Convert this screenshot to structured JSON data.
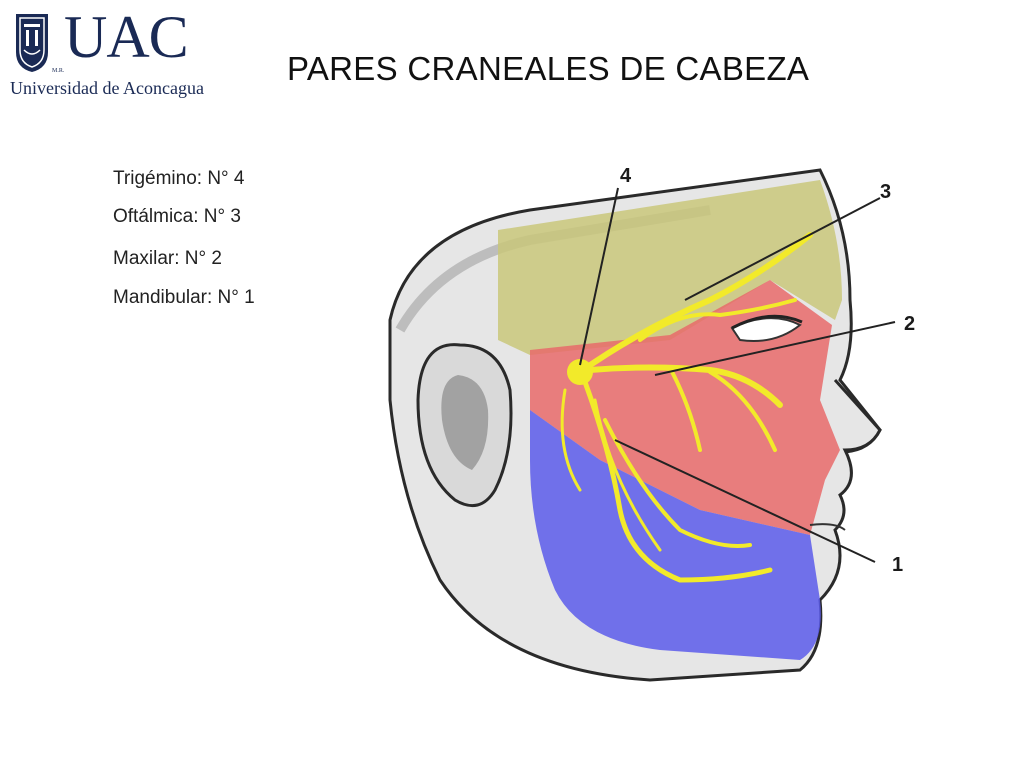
{
  "logo": {
    "wordmark": "UAC",
    "subtitle": "Universidad de Aconcagua",
    "mark": "M.R.",
    "color": "#1a2a55"
  },
  "title": "PARES CRANEALES DE CABEZA",
  "legend": [
    {
      "text": "Trigémino: N° 4"
    },
    {
      "text": "Oftálmica: N° 3"
    },
    {
      "text": "Maxilar: N° 2"
    },
    {
      "text": "Mandibular: N° 1"
    }
  ],
  "diagram": {
    "labels": [
      "4",
      "3",
      "2",
      "1"
    ],
    "region_colors": {
      "ophthalmic": "#c9c77a",
      "maxillary": "#e86a6a",
      "mandibular": "#5b5bea",
      "nerve": "#f2ea2a"
    }
  }
}
